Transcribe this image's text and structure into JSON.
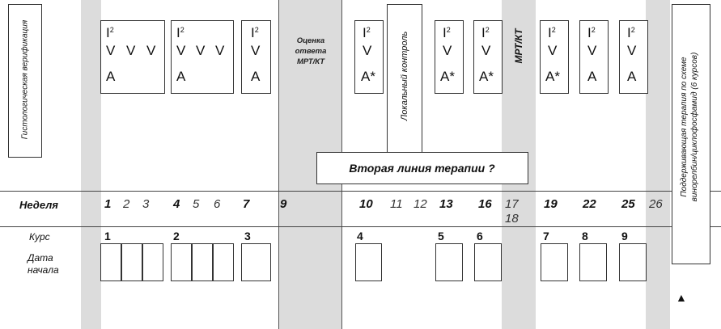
{
  "labels": {
    "histology": "Гистологическая верификация",
    "mri_eval": [
      "Оценка",
      "ответа",
      "МРТ/КТ"
    ],
    "local_control": "Локальный контроль",
    "mri_ct": "МРТ/КТ",
    "maintenance": [
      "Поддерживающая терапия по схеме",
      "винорелбин/циклофосфамид (6 курсов)"
    ],
    "second_line": "Вторая линия терапии ?",
    "week_label": "Неделя",
    "course_label": "Курс",
    "start_date_label": [
      "Дата",
      "начала"
    ],
    "triangle": "▲"
  },
  "drug_symbols": {
    "i2": "I",
    "i2_sup": "2",
    "v": "V",
    "a": "A",
    "a_star": "A*"
  },
  "weeks": [
    {
      "text": "1",
      "bold": true
    },
    {
      "text": "2",
      "bold": false
    },
    {
      "text": "3",
      "bold": false
    },
    {
      "text": "4",
      "bold": true
    },
    {
      "text": "5",
      "bold": false
    },
    {
      "text": "6",
      "bold": false
    },
    {
      "text": "7",
      "bold": true
    },
    {
      "text": "9",
      "bold": true
    },
    {
      "text": "10",
      "bold": true
    },
    {
      "text": "11",
      "bold": false
    },
    {
      "text": "12",
      "bold": false
    },
    {
      "text": "13",
      "bold": true
    },
    {
      "text": "16",
      "bold": true
    },
    {
      "text": "17",
      "bold": false
    },
    {
      "text": "18",
      "bold": false
    },
    {
      "text": "19",
      "bold": true
    },
    {
      "text": "22",
      "bold": true
    },
    {
      "text": "25",
      "bold": true
    },
    {
      "text": "26",
      "bold": false
    }
  ],
  "courses": [
    "1",
    "2",
    "3",
    "4",
    "5",
    "6",
    "7",
    "8",
    "9"
  ]
}
